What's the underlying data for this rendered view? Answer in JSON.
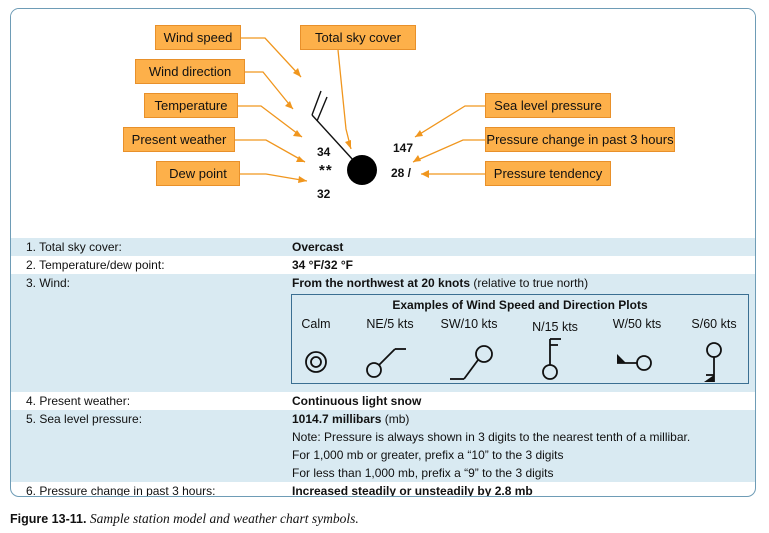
{
  "callouts": {
    "wind_speed": "Wind speed",
    "total_sky_cover": "Total sky cover",
    "wind_direction": "Wind direction",
    "temperature": "Temperature",
    "present_weather": "Present weather",
    "dew_point": "Dew point",
    "sea_level_pressure": "Sea level pressure",
    "pressure_change": "Pressure change in past 3 hours",
    "pressure_tendency": "Pressure tendency"
  },
  "station": {
    "temperature": "34",
    "present_weather": "**",
    "dew_point": "32",
    "sea_level_pressure": "147",
    "pressure_change": "28 /"
  },
  "rows": [
    {
      "label": "1. Total sky cover:",
      "value": "Overcast"
    },
    {
      "label": "2. Temperature/dew point:",
      "value": "34 °F/32 °F"
    },
    {
      "label": "3. Wind:",
      "value_bold": "From the northwest at 20 knots",
      "value_rest": " (relative to true north)"
    },
    {
      "label": "4. Present weather:",
      "value": "Continuous light snow"
    },
    {
      "label": "5. Sea level pressure:",
      "value_bold": "1014.7 millibars",
      "value_rest": " (mb)"
    },
    {
      "label": "6. Pressure change in past 3 hours:",
      "value": "Increased steadily or unsteadily by 2.8 mb"
    }
  ],
  "pressure_notes": [
    "Note: Pressure is always shown in 3 digits to the nearest tenth of a millibar.",
    "For 1,000 mb or greater, prefix a “10” to the 3 digits",
    "For less than 1,000 mb, prefix a “9” to the 3 digits"
  ],
  "wind_examples": {
    "title": "Examples of Wind Speed and Direction Plots",
    "items": [
      "Calm",
      "NE/5 kts",
      "SW/10 kts",
      "N/15 kts",
      "W/50 kts",
      "S/60 kts"
    ]
  },
  "caption": {
    "figure": "Figure 13-11.",
    "text": "Sample station model and weather chart symbols."
  },
  "colors": {
    "callout_fill": "#fdb04a",
    "leader_line": "#f0961e",
    "row_shade": "#d9eaf2",
    "frame_border": "#6e9cb6"
  }
}
